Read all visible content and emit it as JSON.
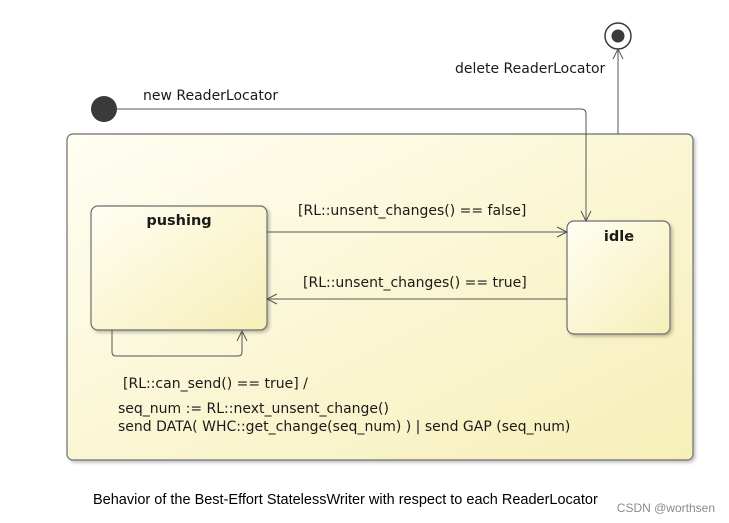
{
  "states": {
    "composite": {
      "name": ""
    },
    "pushing": {
      "name": "pushing"
    },
    "idle": {
      "name": "idle"
    }
  },
  "transitions": {
    "initial_label": "new ReaderLocator",
    "final_label": "delete ReaderLocator",
    "pushing_to_idle": "[RL::unsent_changes() == false]",
    "idle_to_pushing": "[RL::unsent_changes() == true]",
    "self_loop": {
      "line1": "[RL::can_send() == true] /",
      "line2": "seq_num := RL::next_unsent_change()",
      "line3": "send DATA( WHC::get_change(seq_num) )  | send GAP (seq_num)"
    }
  },
  "caption": "Behavior of the Best-Effort StatelessWriter with respect to each ReaderLocator",
  "watermark": "CSDN @worthsen",
  "colors": {
    "state_fill": "#fbf8d6",
    "state_border": "#6e6e6e",
    "edge": "#555555",
    "node": "#3a3a3a"
  }
}
